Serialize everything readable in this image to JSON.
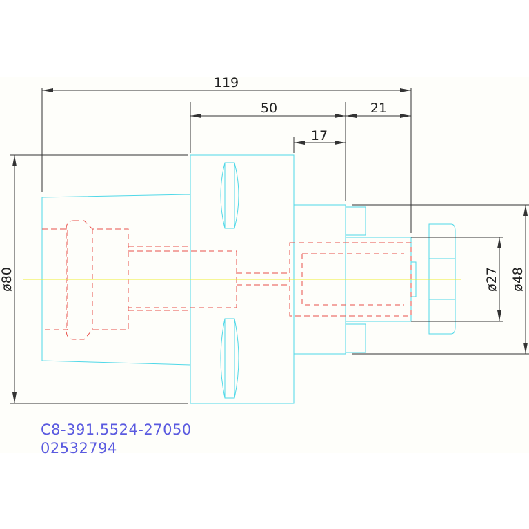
{
  "drawing": {
    "dimensions": {
      "overall_length": "119",
      "flange_length": "50",
      "tail_length": "21",
      "shank_length": "17",
      "flange_diameter": "ø80",
      "shank_diameter": "ø48",
      "pilot_diameter": "ø27"
    },
    "part_number": "C8-391.5524-27050",
    "order_code": "02532794"
  },
  "colors": {
    "outline": "#4fd8e8",
    "hidden": "#e8504a",
    "center": "#eeee30",
    "dimension": "#333333",
    "text": "#5a5ae0"
  }
}
